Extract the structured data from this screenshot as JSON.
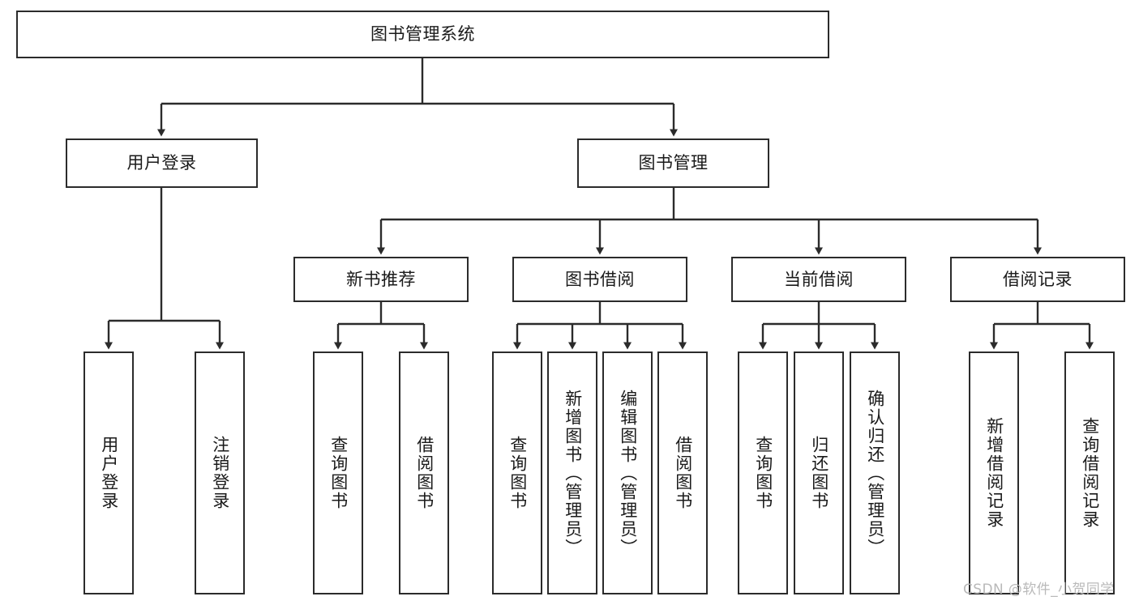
{
  "diagram": {
    "title": "图书管理系统",
    "type": "hierarchy-tree",
    "colors": {
      "background": "#ffffff",
      "node_border": "#2b2b2b",
      "node_fill": "#ffffff",
      "connector": "#2b2b2b",
      "text": "#1a1a1a",
      "watermark": "#b9b9b9"
    },
    "levels": {
      "root": {
        "label": "图书管理系统"
      },
      "level2": [
        {
          "label": "用户登录"
        },
        {
          "label": "图书管理"
        }
      ],
      "level3": [
        {
          "label": "新书推荐"
        },
        {
          "label": "图书借阅"
        },
        {
          "label": "当前借阅"
        },
        {
          "label": "借阅记录"
        }
      ],
      "leaves": {
        "user_login": [
          {
            "label": "用户登录"
          },
          {
            "label": "注销登录"
          }
        ],
        "new_book_recommend": [
          {
            "label": "查询图书"
          },
          {
            "label": "借阅图书"
          }
        ],
        "book_borrow": [
          {
            "label": "查询图书"
          },
          {
            "label": "新增图书（管理员）"
          },
          {
            "label": "编辑图书（管理员）"
          },
          {
            "label": "借阅图书"
          }
        ],
        "current_borrow": [
          {
            "label": "查询图书"
          },
          {
            "label": "归还图书"
          },
          {
            "label": "确认归还（管理员）"
          }
        ],
        "borrow_record": [
          {
            "label": "新增借阅记录"
          },
          {
            "label": "查询借阅记录"
          }
        ]
      }
    }
  },
  "watermark": {
    "text": "CSDN @软件_小贺同学"
  }
}
